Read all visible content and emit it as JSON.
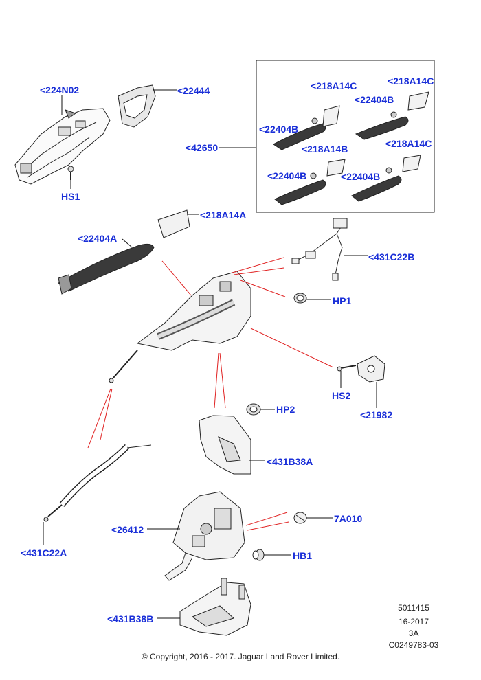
{
  "callouts": {
    "c224N02": "<224N02",
    "c22444": "<22444",
    "hs1": "HS1",
    "c42650": "<42650",
    "c218A14C_1": "<218A14C",
    "c218A14C_2": "<218A14C",
    "c22404B_1": "<22404B",
    "c22404B_2": "<22404B",
    "c218A14B": "<218A14B",
    "c218A14C_3": "<218A14C",
    "c22404B_3": "<22404B",
    "c22404B_4": "<22404B",
    "c218A14A": "<218A14A",
    "c22404A": "<22404A",
    "c431C22B": "<431C22B",
    "hp1": "HP1",
    "hs2": "HS2",
    "c21982": "<21982",
    "hp2": "HP2",
    "c431B38A": "<431B38A",
    "c7A010": "7A010",
    "c26412": "<26412",
    "hb1": "HB1",
    "c431C22A": "<431C22A",
    "c431B38B": "<431B38B"
  },
  "meta": {
    "ref": "5011415",
    "date": "16-2017",
    "rev": "3A",
    "code": "C0249783-03"
  },
  "copyright": "© Copyright, 2016 - 2017. Jaguar Land Rover Limited.",
  "colors": {
    "callout": "#1a2fd8",
    "leader_red": "#e02020",
    "line": "#111111"
  }
}
